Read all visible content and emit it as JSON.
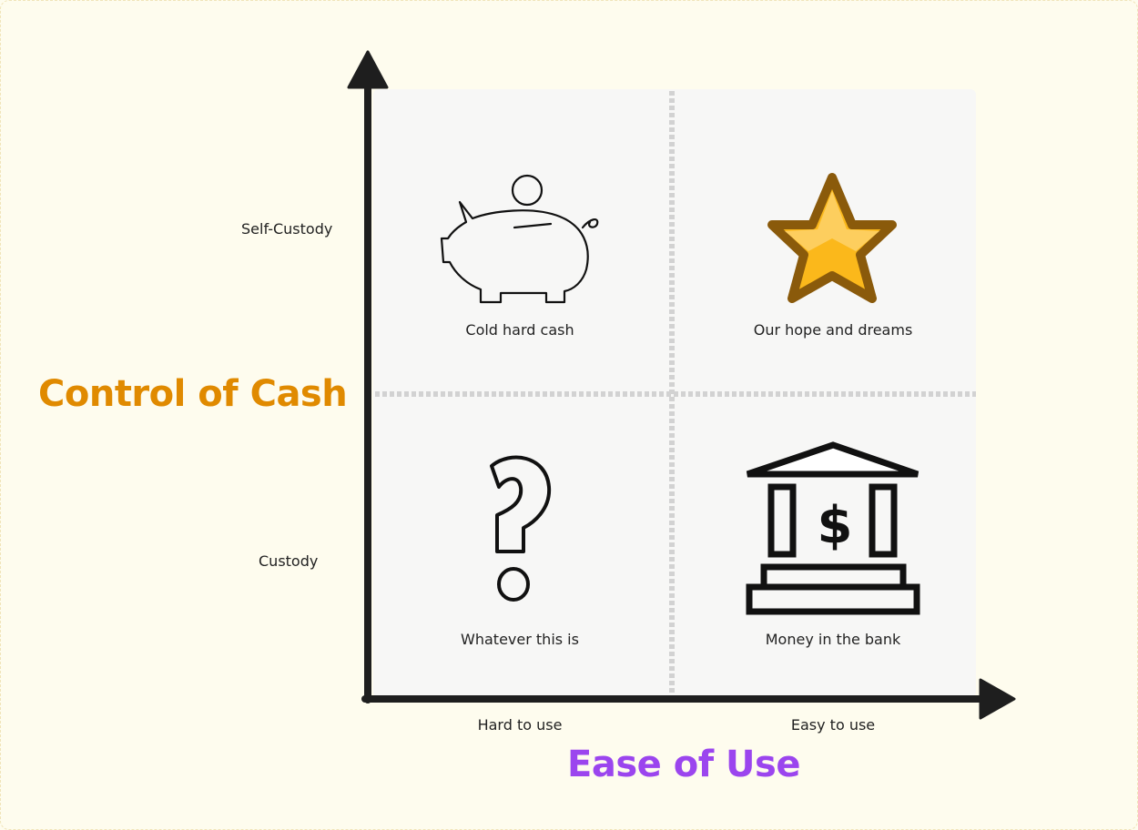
{
  "axes": {
    "y_title": "Control of Cash",
    "x_title": "Ease of Use",
    "y_ticks": [
      "Self-Custody",
      "Custody"
    ],
    "x_ticks": [
      "Hard to use",
      "Easy to use"
    ]
  },
  "quadrants": [
    {
      "label": "Cold hard cash",
      "icon": "piggy-bank-icon"
    },
    {
      "label": "Our hope and dreams",
      "icon": "star-icon"
    },
    {
      "label": "Whatever this is",
      "icon": "question-mark-icon"
    },
    {
      "label": "Money in the bank",
      "icon": "bank-icon"
    }
  ],
  "colors": {
    "y_title": "#e08a00",
    "x_title": "#9b45ee",
    "star_fill": "#fbb81b",
    "star_outline": "#8a5a0b"
  }
}
